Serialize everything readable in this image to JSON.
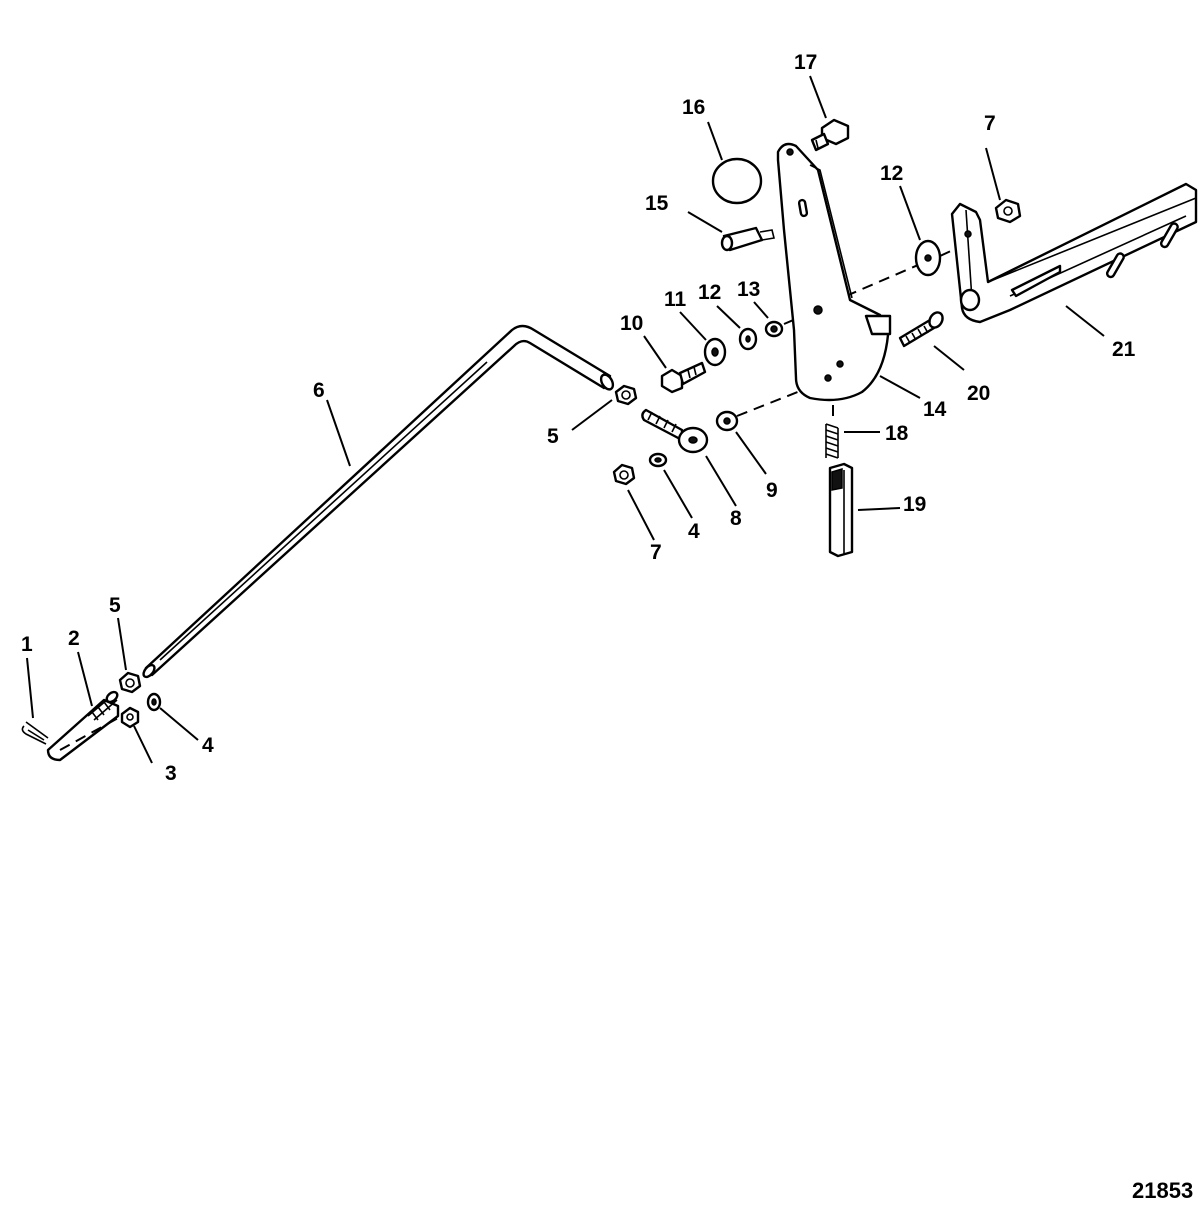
{
  "figure_number": "21853",
  "callouts": {
    "c1": "1",
    "c2": "2",
    "c3": "3",
    "c4a": "4",
    "c4b": "4",
    "c5a": "5",
    "c5b": "5",
    "c6": "6",
    "c7a": "7",
    "c7b": "7",
    "c8": "8",
    "c9": "9",
    "c10": "10",
    "c11": "11",
    "c12a": "12",
    "c12b": "12",
    "c13": "13",
    "c14": "14",
    "c15": "15",
    "c16": "16",
    "c17": "17",
    "c18": "18",
    "c19": "19",
    "c20": "20",
    "c21": "21"
  }
}
